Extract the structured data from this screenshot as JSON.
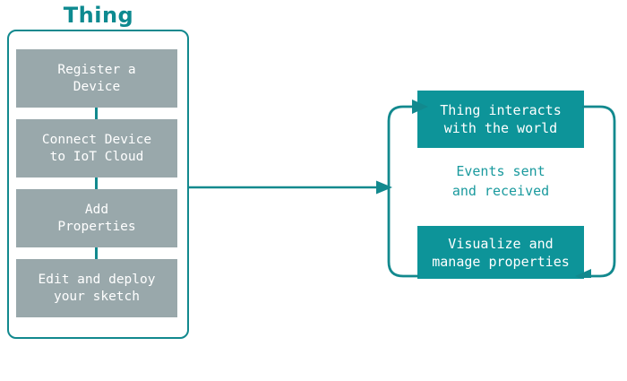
{
  "diagram": {
    "title": "Thing",
    "accent_color": "#0d9499",
    "title_color": "#0d8a90",
    "step_box_color": "#99a8ab",
    "cycle_box_color": "#0d9499",
    "background_color": "#ffffff",
    "steps": [
      {
        "label": "Register a\nDevice"
      },
      {
        "label": "Connect Device\nto IoT Cloud"
      },
      {
        "label": "Add\nProperties"
      },
      {
        "label": "Edit and deploy\nyour sketch"
      }
    ],
    "cycle": {
      "top_label": "Thing interacts\nwith the world",
      "middle_label": "Events sent\nand received",
      "bottom_label": "Visualize and\nmanage properties"
    }
  }
}
